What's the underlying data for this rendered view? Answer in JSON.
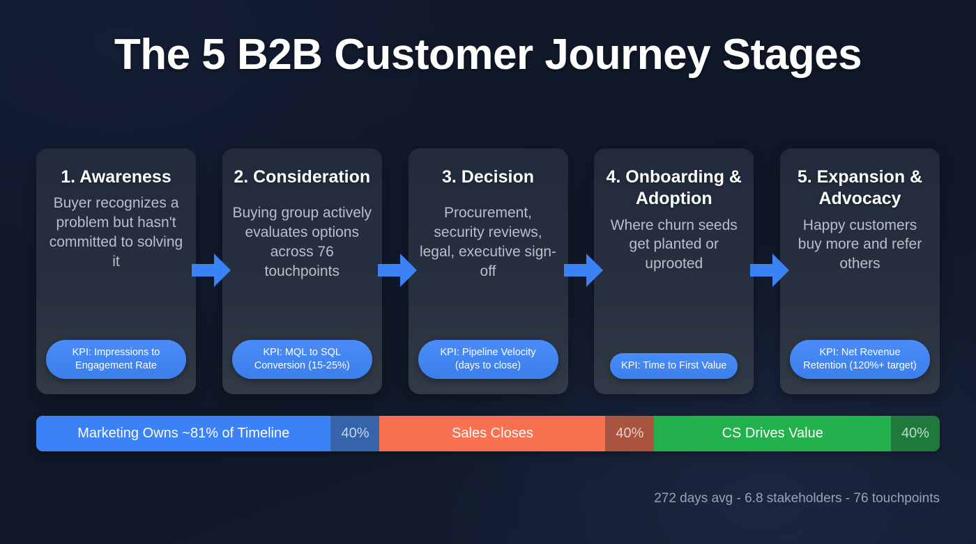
{
  "header": {
    "title": "The 5 B2B Customer Journey Stages"
  },
  "stages": [
    {
      "title": "1. Awareness",
      "description": "Buyer recognizes a problem but hasn't committed to solving it",
      "kpi": "KPI: Impressions to Engagement Rate"
    },
    {
      "title": "2. Consideration",
      "description": "Buying group actively evaluates options across 76 touchpoints",
      "kpi": "KPI: MQL to SQL Conversion (15-25%)"
    },
    {
      "title": "3. Decision",
      "description": "Procurement, security reviews, legal, executive sign-off",
      "kpi": "KPI: Pipeline Velocity (days to close)"
    },
    {
      "title": "4. Onboarding & Adoption",
      "description": "Where churn seeds get planted or uprooted",
      "kpi": "KPI: Time to First Value"
    },
    {
      "title": "5. Expansion & Advocacy",
      "description": "Happy customers buy more and refer others",
      "kpi": "KPI: Net Revenue Retention (120%+ target)"
    }
  ],
  "arrows": [
    {
      "name": "arrow-stage-1-to-2"
    },
    {
      "name": "arrow-stage-2-to-3"
    },
    {
      "name": "arrow-stage-3-to-4"
    },
    {
      "name": "arrow-stage-4-to-5"
    }
  ],
  "ownership_bar": {
    "segments": [
      {
        "label": "Marketing Owns ~81% of Timeline",
        "percent": "40%",
        "color": "#3b82f6",
        "percent_color": "#3564ab",
        "width_pct": 32.6,
        "percent_width_pct": 5.4
      },
      {
        "label": "Sales Closes",
        "percent": "40%",
        "color": "#f97150",
        "percent_color": "#a8543f",
        "width_pct": 25.0,
        "percent_width_pct": 5.4
      },
      {
        "label": "CS Drives Value",
        "percent": "40%",
        "color": "#22b14c",
        "percent_color": "#1d7a3b",
        "width_pct": 26.2,
        "percent_width_pct": 5.4
      }
    ]
  },
  "footer": {
    "stats": "272 days avg - 6.8 stakeholders - 76 touchpoints"
  },
  "colors": {
    "background": "#111a2e",
    "card": "#28303f",
    "accent_blue": "#3b82f6",
    "accent_orange": "#f97150",
    "accent_green": "#22b14c",
    "title_text": "#ffffff",
    "body_text": "#b9bfcb",
    "footer_text": "#9aa3b4"
  }
}
